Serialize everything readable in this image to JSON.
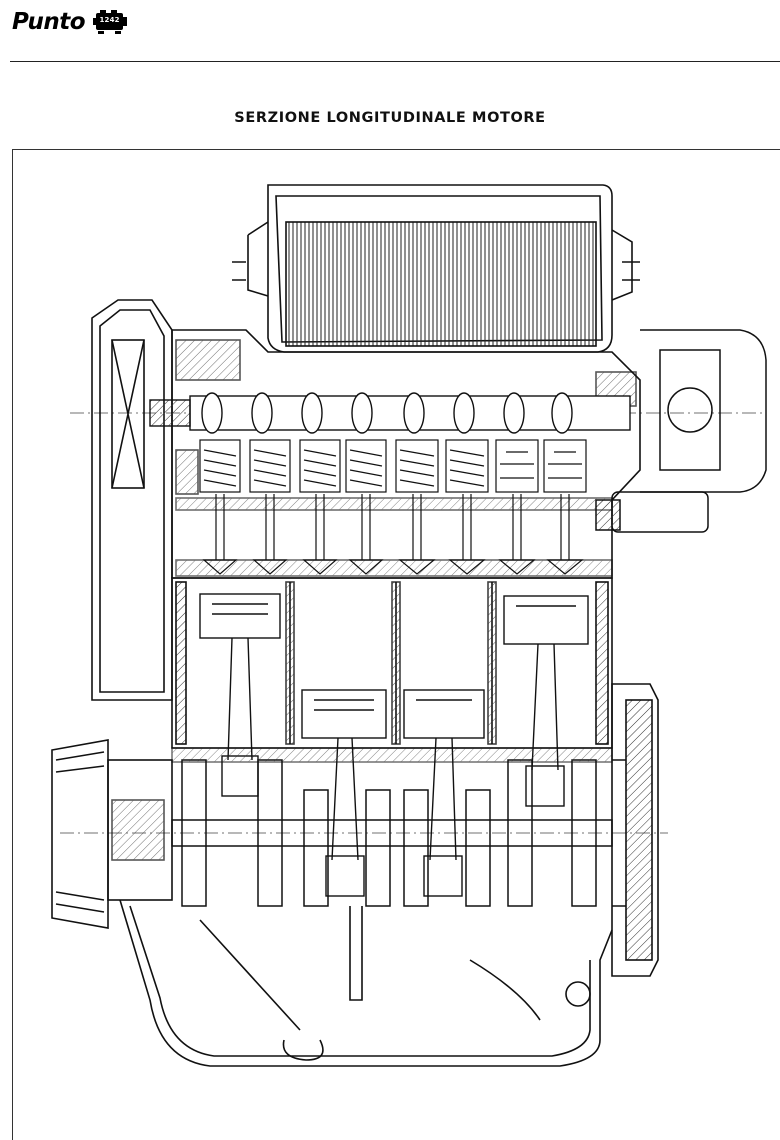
{
  "header": {
    "brand": "Punto",
    "engine_code": "1242",
    "engine_icon": "engine-block-icon"
  },
  "title": "SERZIONE LONGITUDINALE MOTORE",
  "drawing": {
    "subject": "engine-longitudinal-section-icon",
    "cylinders": 4,
    "valves_per_cylinder": 2
  }
}
